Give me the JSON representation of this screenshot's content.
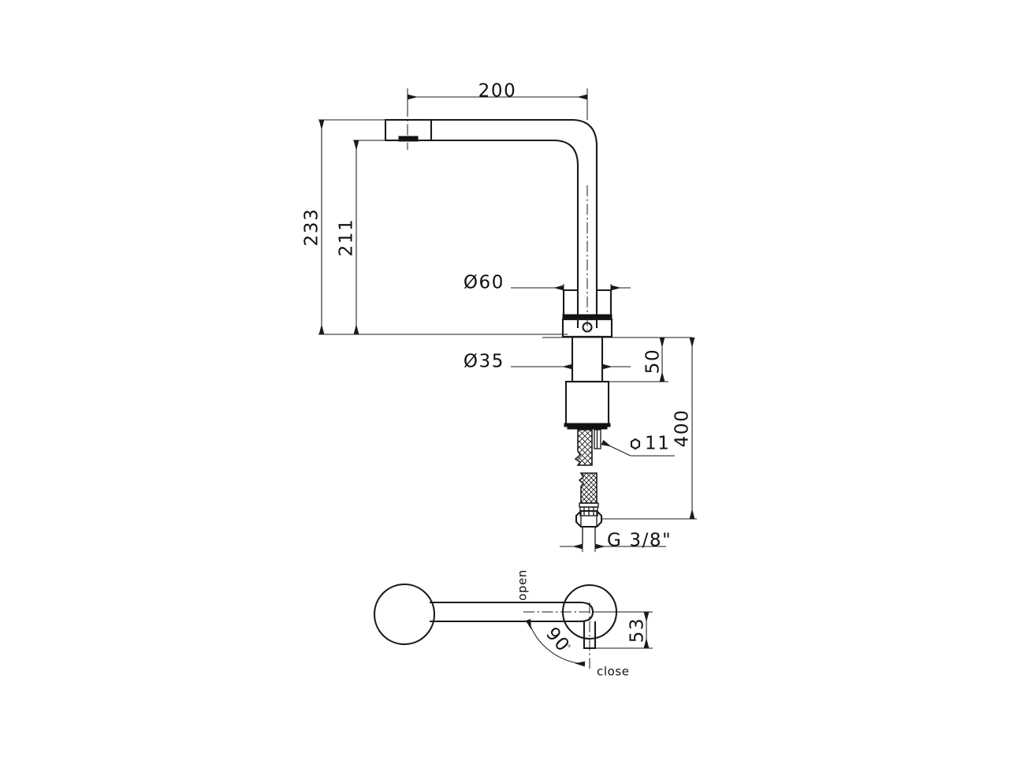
{
  "document": {
    "type": "technical-drawing",
    "subject": "single-lever kitchen mixer tap",
    "background_color": "#ffffff",
    "line_color": "#1a1a1a",
    "views": [
      "front-elevation",
      "handle-top-view"
    ]
  },
  "dimensions": {
    "spout_reach": {
      "label": "200",
      "value": 200,
      "unit": "mm",
      "orientation": "horizontal"
    },
    "overall_height": {
      "label": "233",
      "value": 233,
      "unit": "mm",
      "orientation": "vertical"
    },
    "spout_clearance": {
      "label": "211",
      "value": 211,
      "unit": "mm",
      "orientation": "vertical"
    },
    "base_diameter": {
      "label": "Ø60",
      "value": 60,
      "unit": "mm",
      "orientation": "horizontal"
    },
    "shank_diameter": {
      "label": "Ø35",
      "value": 35,
      "unit": "mm",
      "orientation": "horizontal"
    },
    "max_deck_thickness": {
      "label": "50",
      "value": 50,
      "unit": "mm",
      "orientation": "vertical"
    },
    "hose_length": {
      "label": "400",
      "value": 400,
      "unit": "mm",
      "orientation": "vertical"
    },
    "hex_stud": {
      "label": "11",
      "value": 11,
      "unit": "mm",
      "symbol": "hexagon"
    },
    "connection_thread": {
      "label": "G 3/8\"",
      "value": "G3/8",
      "unit": "inch",
      "orientation": "horizontal"
    },
    "lever_height": {
      "label": "53",
      "value": 53,
      "unit": "mm",
      "orientation": "vertical"
    },
    "rotation_angle": {
      "label": "90",
      "degree_symbol": "°",
      "value": 90,
      "unit": "deg"
    }
  },
  "annotations": {
    "open_label": "open",
    "close_label": "close"
  },
  "parts": {
    "aerator": "aerator-housing",
    "spout_arm": "horizontal-spout-arm",
    "riser": "vertical-riser-column",
    "flange": "base-flange",
    "collar": "collar-with-set-screw",
    "shank": "mounting-shank",
    "mount_block": "mounting-block",
    "threaded_stud": "threaded-stud",
    "braided_hose": "braided-flexible-hose",
    "hex_nut": "hex-nut",
    "lever": "lever-handle",
    "lever_ball": "lever-ball-end",
    "pivot": "pivot-body",
    "stub": "closed-position-stub"
  }
}
